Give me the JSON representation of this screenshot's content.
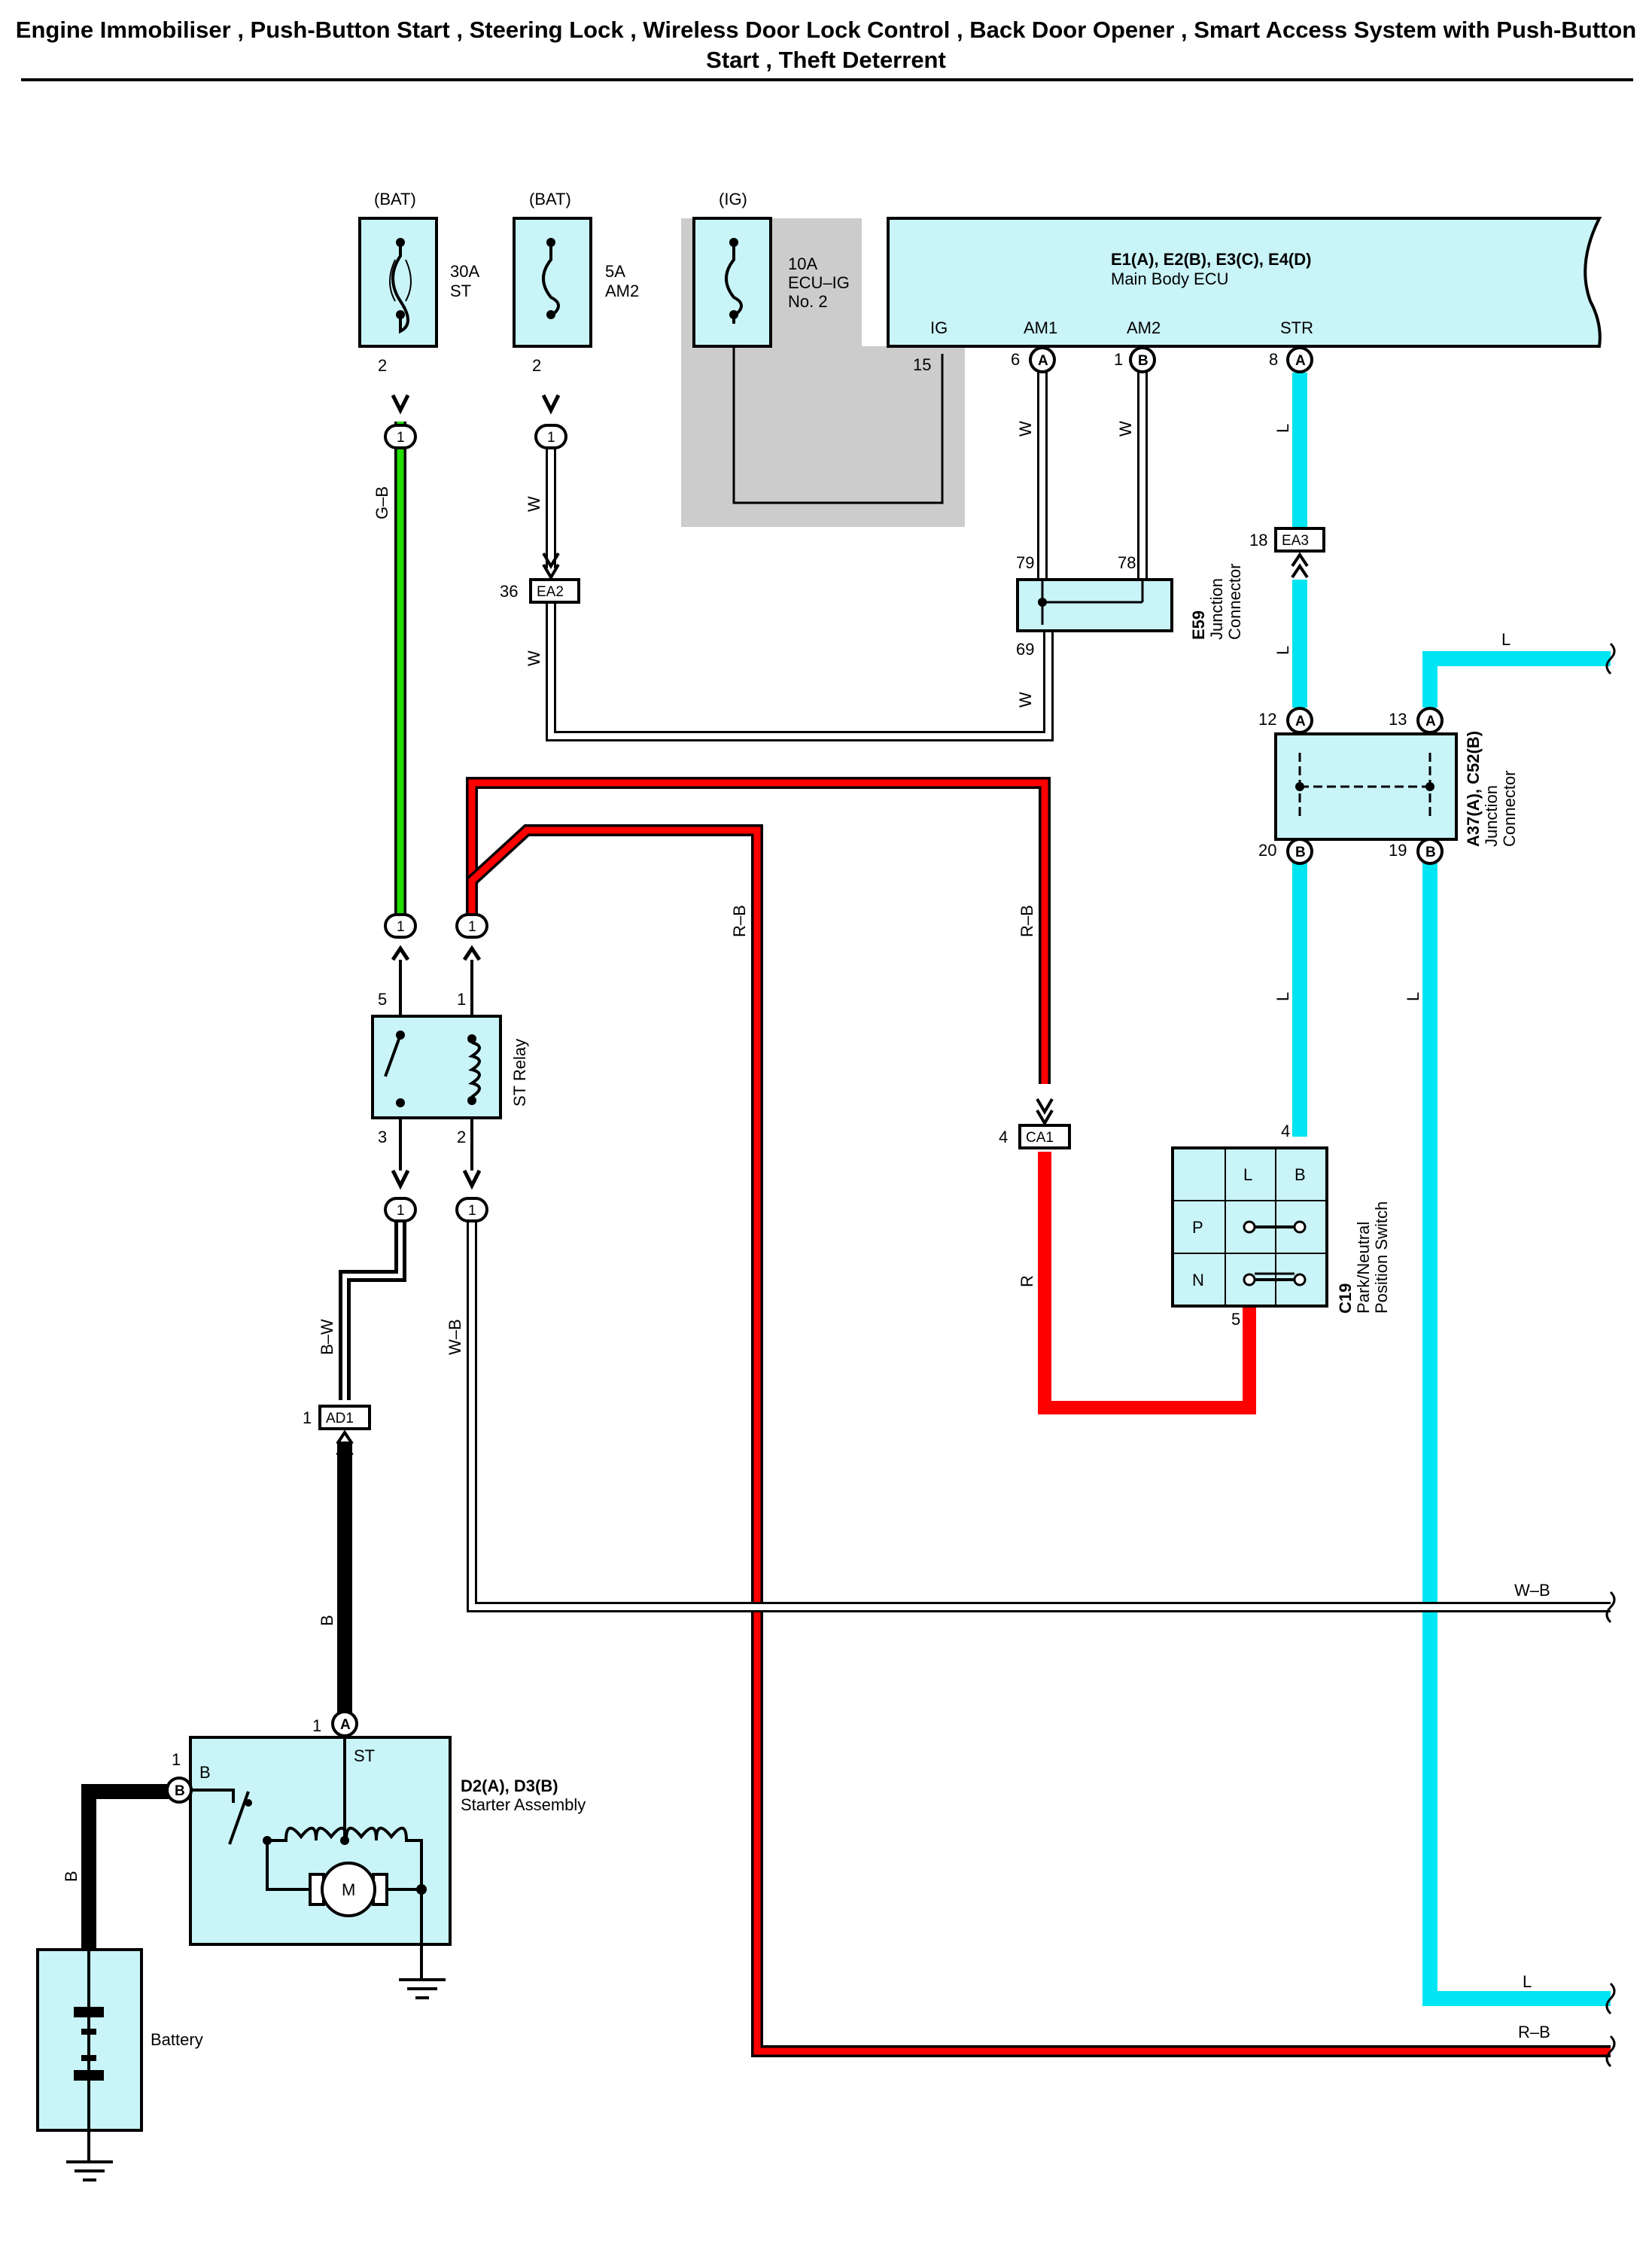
{
  "title": "Engine Immobiliser , Push-Button Start , Steering Lock , Wireless Door Lock Control , Back Door Opener , Smart Access System with Push-Button Start , Theft Deterrent",
  "colors": {
    "L": "#00e5f2",
    "R": "#ff0000",
    "G": "#22dd00",
    "B": "#000000",
    "W": "#ffffff",
    "component_fill": "#c9f4f8",
    "shade": "#cccccc"
  },
  "fuses": [
    {
      "source": "(BAT)",
      "rating": "30A",
      "name": "ST",
      "pin": "2"
    },
    {
      "source": "(BAT)",
      "rating": "5A",
      "name": "AM2",
      "pin": "2"
    },
    {
      "source": "(IG)",
      "rating": "10A",
      "name": "ECU–IG",
      "name2": "No. 2",
      "pin": "15"
    }
  ],
  "ecu": {
    "ref": "E1(A), E2(B), E3(C), E4(D)",
    "name": "Main Body ECU",
    "terminals": [
      "IG",
      "AM1",
      "AM2",
      "STR"
    ],
    "pins": [
      {
        "num": "6",
        "conn": "A"
      },
      {
        "num": "1",
        "conn": "B"
      },
      {
        "num": "8",
        "conn": "A"
      }
    ]
  },
  "junction_e59": {
    "ref": "E59",
    "line1": "Junction",
    "line2": "Connector",
    "pins": [
      "79",
      "78",
      "69"
    ]
  },
  "junction_a37": {
    "ref": "A37(A), C52(B)",
    "line1": "Junction",
    "line2": "Connector",
    "pins": [
      {
        "num": "12",
        "conn": "A"
      },
      {
        "num": "13",
        "conn": "A"
      },
      {
        "num": "20",
        "conn": "B"
      },
      {
        "num": "19",
        "conn": "B"
      }
    ]
  },
  "st_relay": {
    "name": "ST Relay",
    "pins": [
      "5",
      "1",
      "3",
      "2"
    ]
  },
  "pn_switch": {
    "ref": "C19",
    "line1": "Park/Neutral",
    "line2": "Position Switch",
    "cols": [
      "L",
      "B"
    ],
    "rows": [
      "P",
      "N"
    ],
    "pins": [
      "4",
      "5"
    ]
  },
  "starter": {
    "ref": "D2(A), D3(B)",
    "name": "Starter Assembly",
    "terminals": [
      "B",
      "ST"
    ],
    "motor": "M",
    "pins": [
      {
        "num": "1",
        "conn": "A"
      },
      {
        "num": "1",
        "conn": "B"
      }
    ]
  },
  "battery": {
    "name": "Battery"
  },
  "connectors": [
    {
      "id": "EA2",
      "pin": "36"
    },
    {
      "id": "EA3",
      "pin": "18"
    },
    {
      "id": "CA1",
      "pin": "4"
    },
    {
      "id": "AD1",
      "pin": "1"
    }
  ],
  "inline_pin": "1",
  "wire_labels": {
    "gb": "G–B",
    "w": "W",
    "l": "L",
    "rb": "R–B",
    "r": "R",
    "bw": "B–W",
    "wb": "W–B",
    "b": "B"
  }
}
